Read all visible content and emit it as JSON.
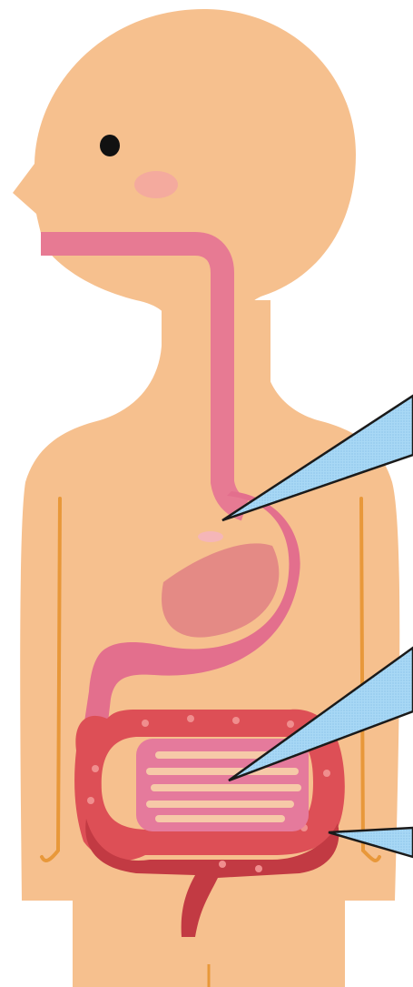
{
  "diagram": {
    "labels": [],
    "colors": {
      "skin": "#f6c08e",
      "skin_line": "#e8983a",
      "cheek": "#f3a3a3",
      "eye": "#111111",
      "esophagus": "#e77a93",
      "stomach": "#e36f8d",
      "stomach_shadow": "#d65d7d",
      "small_intestine_bg": "#e57a9c",
      "small_intestine_fold": "#f6c9a8",
      "large_intestine": "#dd4f56",
      "large_intestine_dark": "#c23a43",
      "large_intestine_spot": "#f08e8e",
      "callout_fill": "#a8d8f5",
      "callout_stroke": "#1a1a1a"
    },
    "icons": [
      "stomach-callout-pointer",
      "small-intestine-callout-pointer",
      "large-intestine-callout-pointer"
    ]
  }
}
